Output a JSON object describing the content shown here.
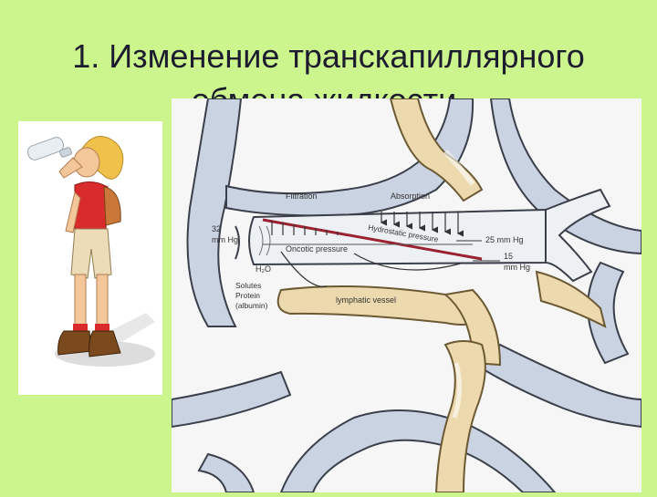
{
  "slide": {
    "title_line1": "1. Изменение транскапиллярного",
    "title_line2": "обмена жидкости."
  },
  "diagram": {
    "filtration": "Filtration",
    "absorption": "Absorption",
    "pressure_left_value": "32",
    "pressure_left_unit": "mm Hg",
    "oncotic_pressure": "Oncotic pressure",
    "hydrostatic_pressure": "Hydrostatic pressure",
    "pressure_right_top": "25 mm Hg",
    "pressure_right_bottom_value": "15",
    "pressure_right_bottom_unit": "mm Hg",
    "water": "H₂O",
    "solutes": "Solutes",
    "protein": "Protein",
    "albumin": "(albumin)",
    "lymphatic_vessel": "lymphatic vessel"
  },
  "colors": {
    "background": "#ccf58e",
    "vessel_fill": "#c9d3e2",
    "vessel_stroke": "#3a3f4a",
    "lymph_fill": "#ecd9ae",
    "pressure_line": "#9a2230"
  },
  "figure": {
    "icon": "person-drinking-icon"
  }
}
